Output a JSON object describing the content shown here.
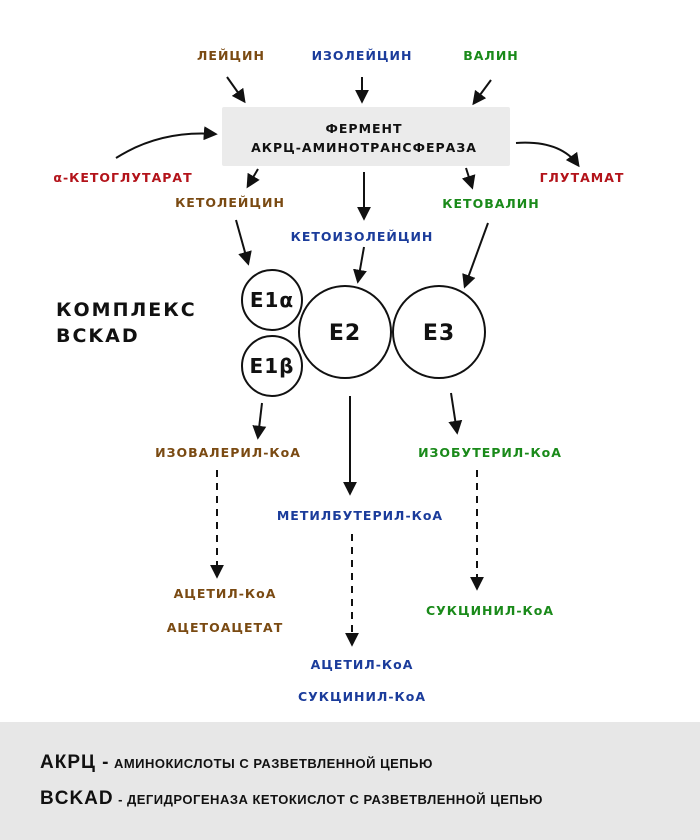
{
  "inputs": {
    "leucine": "ЛЕЙЦИН",
    "isoleucine": "ИЗОЛЕЙЦИН",
    "valine": "ВАЛИН"
  },
  "enzyme": {
    "line1": "ФЕРМЕНТ",
    "line2": "АКРЦ-АМИНОТРАНСФЕРАЗА"
  },
  "cosubstrate": {
    "in": "α-КЕТОГЛУТАРАТ",
    "out": "ГЛУТАМАТ"
  },
  "keto": {
    "leucine": "КЕТОЛЕЙЦИН",
    "isoleucine": "КЕТОИЗОЛЕЙЦИН",
    "valine": "КЕТОВАЛИН"
  },
  "complex": {
    "line1": "КОМПЛЕКС",
    "line2": "BCKAD",
    "e1a": "E1α",
    "e1b": "E1β",
    "e2": "E2",
    "e3": "E3"
  },
  "products": {
    "leucine": "ИЗОВАЛЕРИЛ-КоА",
    "isoleucine": "МЕТИЛБУТЕРИЛ-КоА",
    "valine": "ИЗОБУТЕРИЛ-КоА"
  },
  "final": {
    "leucine": [
      "АЦЕТИЛ-КоА",
      "АЦЕТОАЦЕТАТ"
    ],
    "isoleucine": [
      "АЦЕТИЛ-КоА",
      "СУКЦИНИЛ-КоА"
    ],
    "valine": [
      "СУКЦИНИЛ-КоА"
    ]
  },
  "legend": [
    {
      "abbr": "АКРЦ -",
      "text": "АМИНОКИСЛОТЫ С РАЗВЕТВЛЕННОЙ ЦЕПЬЮ"
    },
    {
      "abbr": "BCKAD",
      "text": "- ДЕГИДРОГЕНАЗА КЕТОКИСЛОТ С РАЗВЕТВЛЕННОЙ ЦЕПЬЮ"
    }
  ],
  "colors": {
    "leucine": "#7a4a12",
    "isoleucine": "#1b3c9b",
    "valine": "#1a8a1a",
    "cosubstrate": "#b3131a"
  }
}
